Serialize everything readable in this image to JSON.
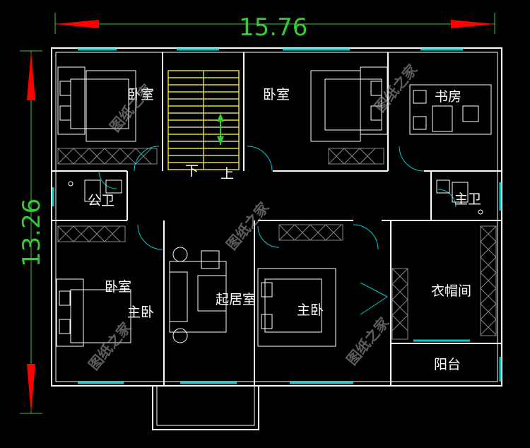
{
  "dimensions": {
    "width": "15.76",
    "height": "13.26"
  },
  "rooms": {
    "bedroom_top_left": "卧室",
    "bedroom_top_mid": "卧室",
    "study": "书房",
    "stair_down": "下",
    "stair_up": "上",
    "public_bath": "公卫",
    "master_bath": "主卫",
    "bedroom_bottom_left": "卧室",
    "bedroom_bottom_left_sub": "主卧",
    "living_room": "起居室",
    "master_bedroom": "主卧",
    "wardrobe": "衣帽间",
    "balcony": "阳台"
  },
  "watermark": "图纸之家",
  "colors": {
    "wall": "#ffffff",
    "window": "#00cccc",
    "dimension": "#33cc33",
    "arrow": "#ff0000",
    "stair": "#dddd33"
  }
}
